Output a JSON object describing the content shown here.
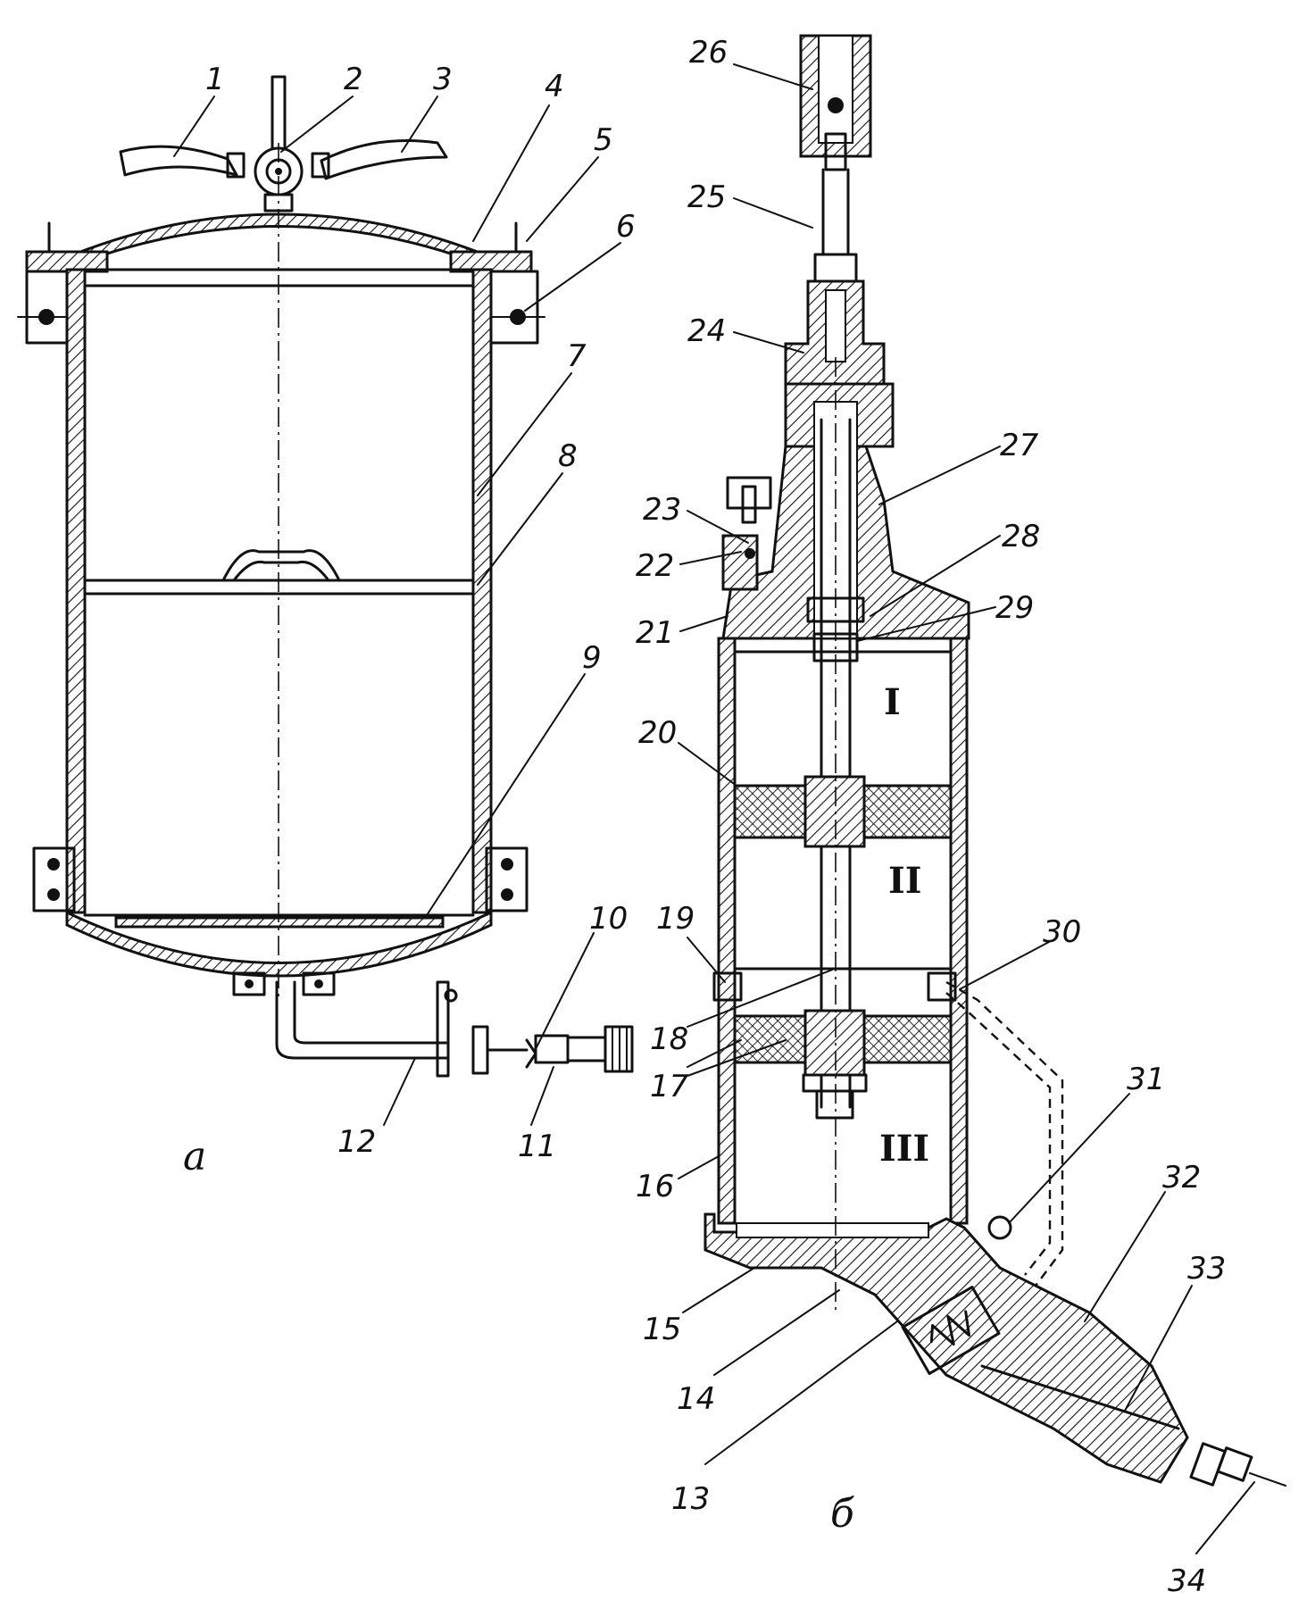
{
  "figure": {
    "subfigures": [
      {
        "id": "a",
        "label": "а"
      },
      {
        "id": "b",
        "label": "б"
      }
    ],
    "chambers": [
      "I",
      "II",
      "III"
    ],
    "callouts": [
      "1",
      "2",
      "3",
      "4",
      "5",
      "6",
      "7",
      "8",
      "9",
      "10",
      "11",
      "12",
      "13",
      "14",
      "15",
      "16",
      "17",
      "18",
      "19",
      "20",
      "21",
      "22",
      "23",
      "24",
      "25",
      "26",
      "27",
      "28",
      "29",
      "30",
      "31",
      "32",
      "33",
      "34"
    ]
  }
}
